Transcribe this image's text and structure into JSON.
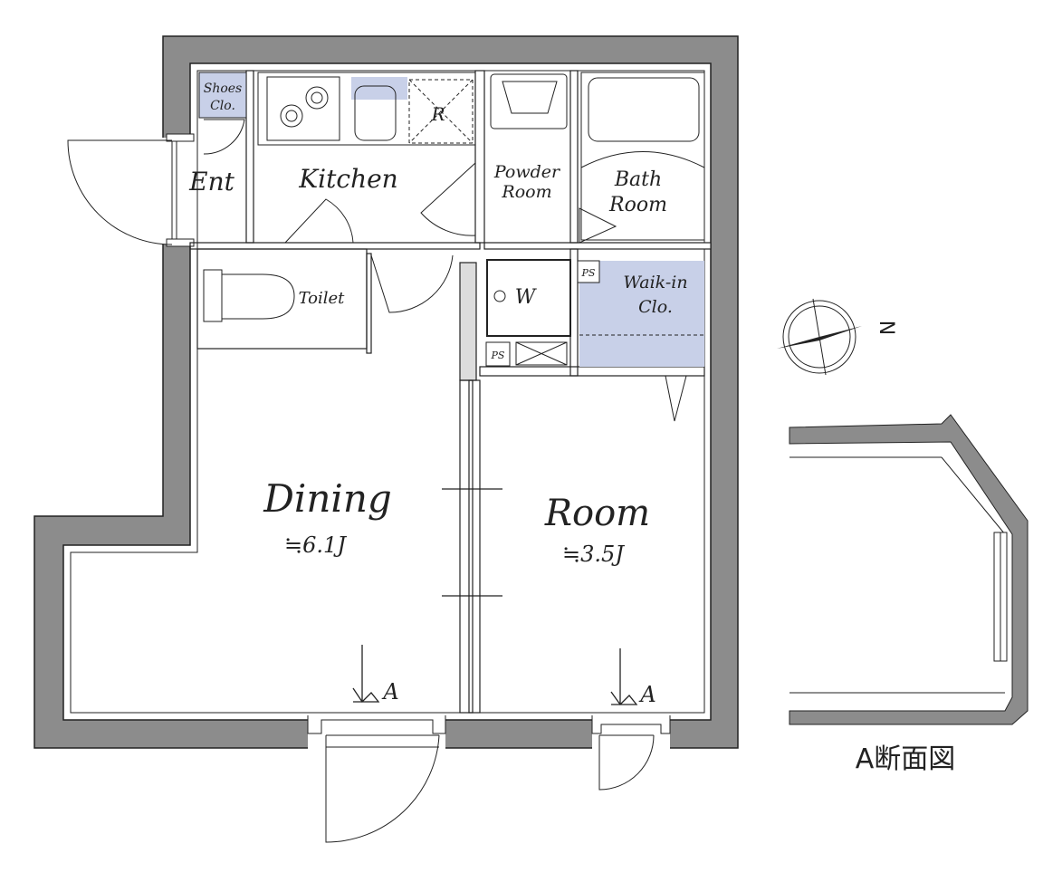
{
  "rooms": {
    "shoes_closet": [
      "Shoes",
      "Clo."
    ],
    "entrance": "Ent",
    "kitchen": "Kitchen",
    "refrigerator": "R",
    "powder_room": [
      "Powder",
      "Room"
    ],
    "bath_room": [
      "Bath",
      "Room"
    ],
    "toilet": "Toilet",
    "washer": "W",
    "pipe_space_1": "PS",
    "pipe_space_2": "PS",
    "walk_in_closet": [
      "Waik-in",
      "Clo."
    ],
    "dining": "Dining",
    "dining_size": "≒6.1J",
    "room": "Room",
    "room_size": "≒3.5J"
  },
  "section_marks": [
    "A",
    "A"
  ],
  "section_title": "A断面図",
  "compass_label": "N",
  "colors": {
    "wall": "#8c8c8c",
    "closet": "#c8d0e8",
    "line": "#222222"
  }
}
